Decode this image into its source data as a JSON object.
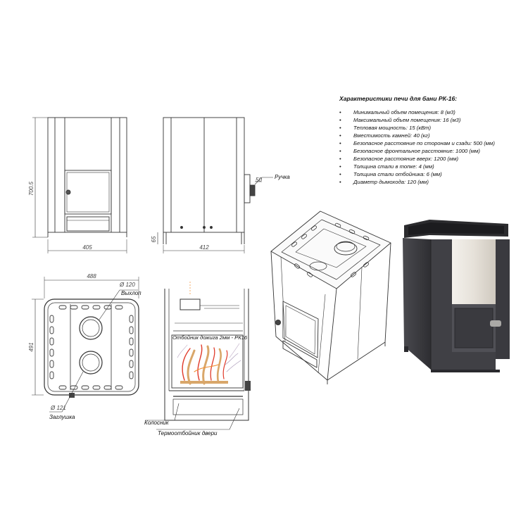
{
  "specs": {
    "title": "Характеристики печи для бани РК-16:",
    "items": [
      "Минимальный  объем помещения: 8 (м3)",
      "Максимальный объем помещения: 16 (м3)",
      "Тепловая мощность: 15 (кВт)",
      "Вместимость камней: 40 (кг)",
      "Безопасное расстояние по сторонам и сзади: 500 (мм)",
      "Безопасное фронтальное расстояние: 1000 (мм)",
      "Безопасное расстояние вверх: 1200 (мм)",
      "Толщина стали в топке: 4 (мм)",
      "Толщина стали отбойника: 6 (мм)",
      "Диаметр дымохода: 120 (мм)"
    ]
  },
  "dims": {
    "height": "700.5",
    "front_width": "405",
    "side_width": "412",
    "leg_height": "65",
    "handle_offset": "50",
    "top_width": "488",
    "top_depth": "491",
    "outlet_diam": "Ø 120",
    "plug_diam": "Ø 121"
  },
  "labels": {
    "handle": "Ручка",
    "outlet": "Выхлоп",
    "plug": "Заглушка",
    "deflector": "Отбойник дожига 2мм - РК16",
    "grate": "Колосник",
    "door_deflector": "Термоотбойник двери"
  },
  "colors": {
    "line": "#333333",
    "flame_red": "#e03a2a",
    "flame_orange": "#f08a2c",
    "flame_tan": "#d9a76a",
    "stove_body": "#3e3e42",
    "panel_light": "#e9e5df"
  }
}
